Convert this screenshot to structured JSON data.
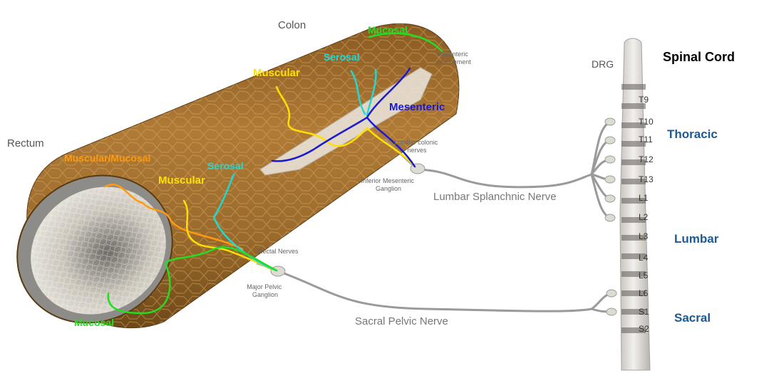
{
  "labels": {
    "colon": "Colon",
    "rectum": "Rectum",
    "spinal_cord": "Spinal Cord",
    "drg": "DRG",
    "mesenteric_attachment": [
      "Mesenteric",
      "attachement"
    ],
    "lumbar_colonic_nerves": [
      "Lumbar colonic",
      "nerves"
    ],
    "inferior_mesenteric_ganglion": [
      "Inferior Mesenteric",
      "Ganglion"
    ],
    "rectal_nerves": "Rectal Nerves",
    "major_pelvic_ganglion": [
      "Major Pelvic",
      "Ganglion"
    ],
    "lumbar_splanchnic_nerve": "Lumbar Splanchnic Nerve",
    "sacral_pelvic_nerve": "Sacral Pelvic Nerve",
    "regions": {
      "thoracic": "Thoracic",
      "lumbar": "Lumbar",
      "sacral": "Sacral"
    }
  },
  "afferents": {
    "mucosal_top": "Mucosal",
    "serosal_top": "Serosal",
    "muscular_top": "Muscular",
    "mesenteric": "Mesenteric",
    "muscular_mucosal": "Muscular/Mucosal",
    "muscular_bottom": "Muscular",
    "serosal_bottom": "Serosal",
    "mucosal_bottom": "Mucosal"
  },
  "segments": [
    "T9",
    "T10",
    "T11",
    "T12",
    "T13",
    "L1",
    "L2",
    "L3",
    "L4",
    "L5",
    "L6",
    "S1",
    "S2"
  ],
  "colors": {
    "mucosal": "#22dd22",
    "serosal": "#22d8d0",
    "muscular": "#ffe000",
    "mesenteric": "#1a1ad0",
    "muscular_mucosal": "#ff9a10",
    "region_blue": "#1a5a96",
    "nerve_gray": "#9a9a9a",
    "tissue": "#a8742e"
  }
}
